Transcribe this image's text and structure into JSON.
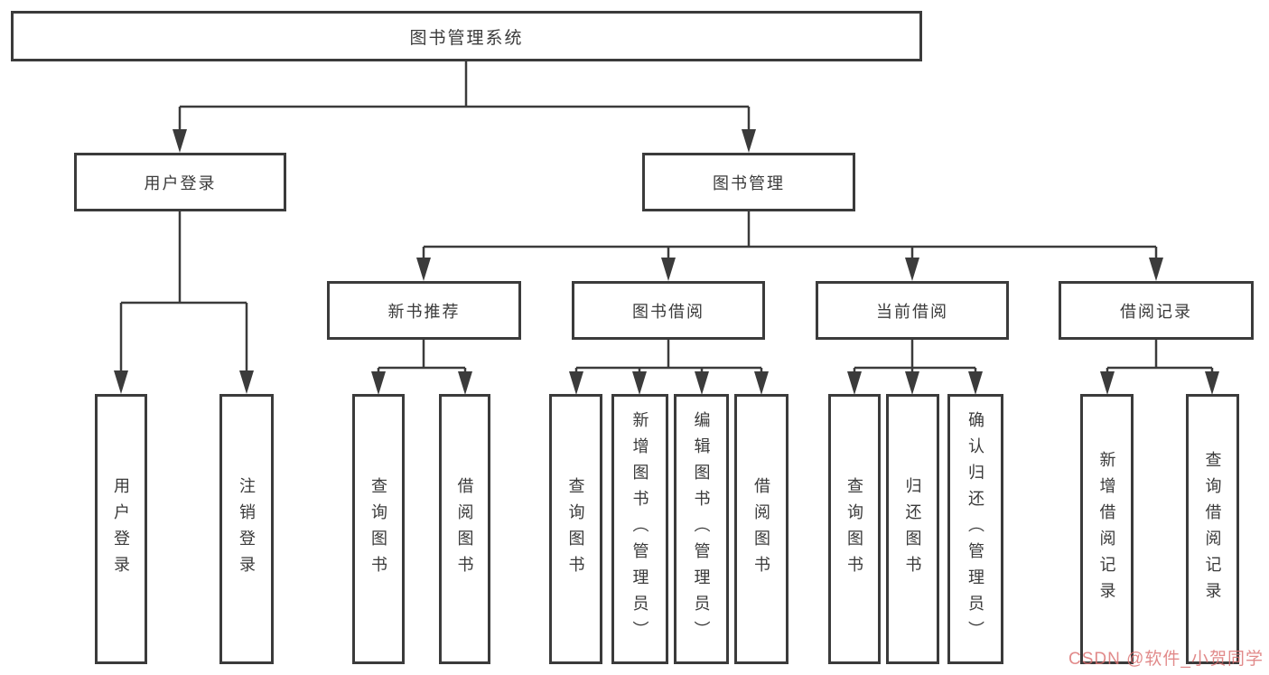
{
  "diagram": {
    "root": {
      "label": "图书管理系统"
    },
    "branches": [
      {
        "label": "用户登录",
        "children": [
          {
            "label": "用户登录"
          },
          {
            "label": "注销登录"
          }
        ]
      },
      {
        "label": "图书管理",
        "children": [
          {
            "label": "新书推荐",
            "children": [
              {
                "label": "查询图书"
              },
              {
                "label": "借阅图书"
              }
            ]
          },
          {
            "label": "图书借阅",
            "children": [
              {
                "label": "查询图书"
              },
              {
                "label": "新增图书（管理员）"
              },
              {
                "label": "编辑图书（管理员）"
              },
              {
                "label": "借阅图书"
              }
            ]
          },
          {
            "label": "当前借阅",
            "children": [
              {
                "label": "查询图书"
              },
              {
                "label": "归还图书"
              },
              {
                "label": "确认归还（管理员）"
              }
            ]
          },
          {
            "label": "借阅记录",
            "children": [
              {
                "label": "新增借阅记录"
              },
              {
                "label": "查询借阅记录"
              }
            ]
          }
        ]
      }
    ]
  },
  "watermark": {
    "text": "CSDN @软件_小贺同学"
  },
  "colors": {
    "line": "#3b3b3b",
    "text": "#3a3a3a",
    "watermark_red": "#db7070"
  }
}
